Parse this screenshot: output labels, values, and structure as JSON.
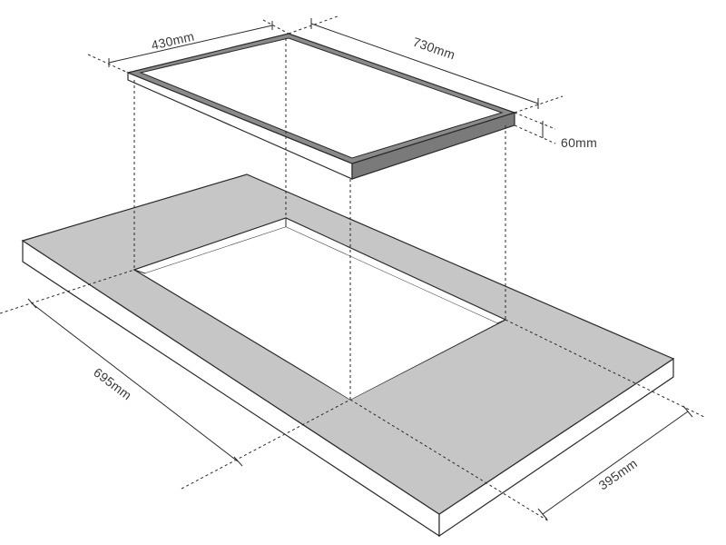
{
  "dimensions": {
    "hob_depth": "430mm",
    "hob_width": "730mm",
    "hob_height": "60mm",
    "cutout_width": "695mm",
    "cutout_depth": "395mm"
  },
  "colors": {
    "countertop": "#c6c6c6",
    "countertop_side": "#ffffff",
    "hob_frame": "#8a8a8a",
    "hob_glass": "#ffffff",
    "line": "#2a2a2a"
  }
}
